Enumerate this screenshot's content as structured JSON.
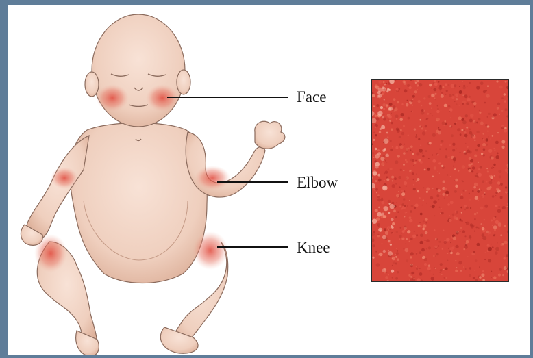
{
  "labels": {
    "face": "Face",
    "elbow": "Elbow",
    "knee": "Knee"
  },
  "colors": {
    "skin": "#f1d3c3",
    "skin_shadow": "#dfb5a0",
    "rash": "#e04a3c",
    "swatch_base": "#d9463a",
    "frame": "#5f7d99",
    "leader_line": "#111111"
  },
  "icons": {
    "figure": "infant-figure",
    "swatch": "rash-closeup"
  }
}
